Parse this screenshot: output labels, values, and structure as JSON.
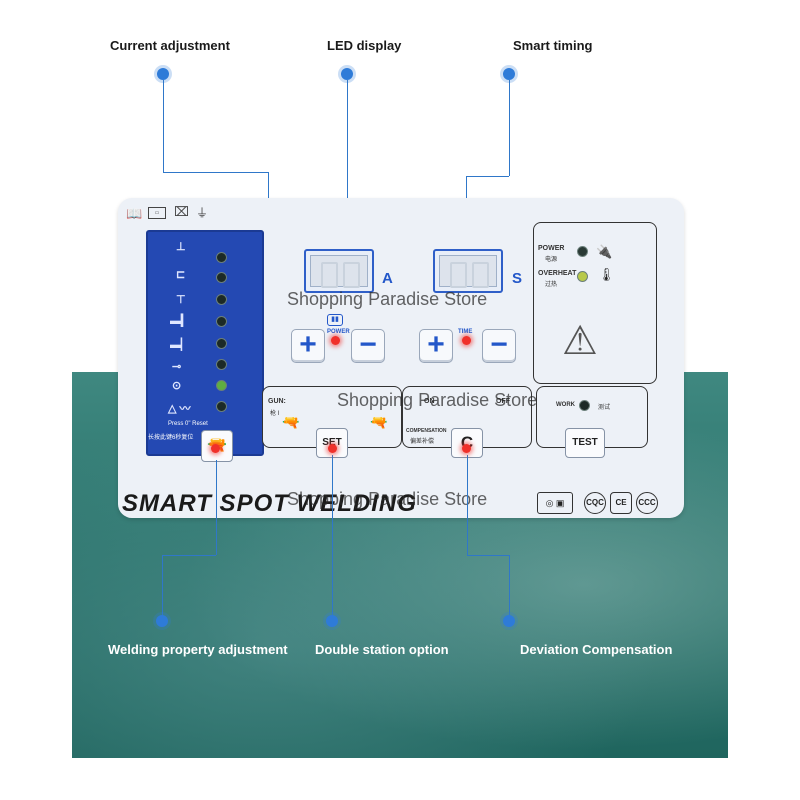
{
  "features": {
    "current_adjustment": "Current adjustment",
    "led_display": "LED display",
    "smart_timing": "Smart timing",
    "welding_property": "Welding property adjustment",
    "double_station": "Double station option",
    "deviation_compensation": "Deviation Compensation"
  },
  "panel": {
    "title": "SMART SPOT WELDING",
    "display_a_letter": "A",
    "display_s_letter": "S",
    "power_label": "POWER",
    "time_label": "TIME",
    "status_power": "POWER",
    "status_power_cn": "电源",
    "status_overheat": "OVERHEAT",
    "status_overheat_cn": "过热",
    "gun_label": "GUN:",
    "gun_cn": "枪 I",
    "set_key": "SET",
    "compensation_label": "COMPENSATION",
    "compensation_cn": "偏差补偿",
    "on_label": "ON",
    "off_label": "OFF",
    "c_key": "C",
    "work_label": "WORK",
    "test_cn": "测试",
    "test_key": "TEST",
    "reset_hint": "Press 0\" Reset",
    "reset_hint_cn": "长按此键6秒复位",
    "certs": [
      "CQC",
      "CE",
      "CCC"
    ]
  },
  "watermark": "Shopping Paradise Store",
  "colors": {
    "accent_blue": "#2e7bd8",
    "strip_blue": "#2449b3",
    "led_red": "#f0302a"
  }
}
